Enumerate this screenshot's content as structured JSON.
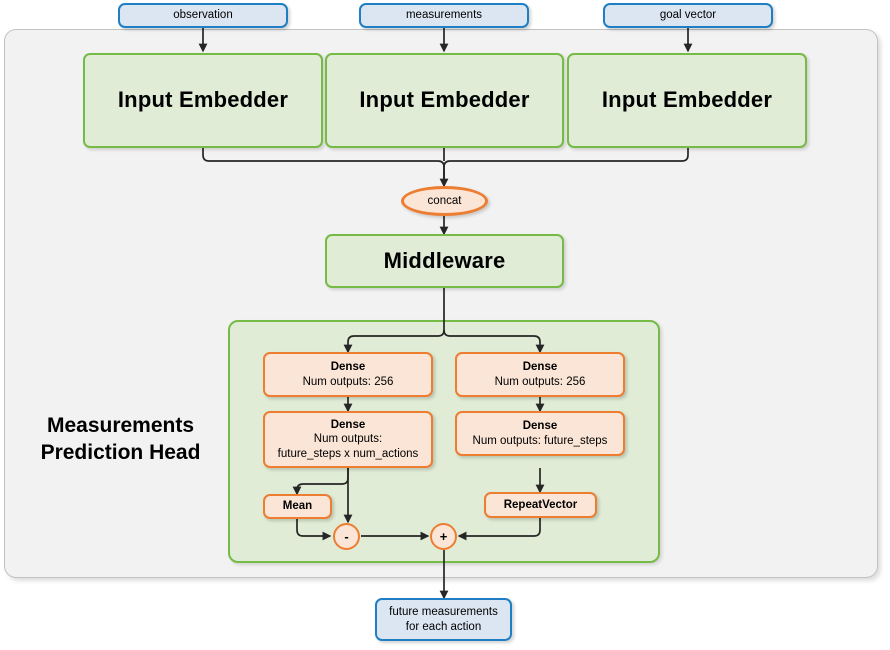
{
  "diagram": {
    "title": "Measurements Prediction Head network architecture",
    "colors": {
      "io_fill": "#dce6f2",
      "io_border": "#1f7fc4",
      "module_fill": "#e0ecd6",
      "module_border": "#76bb46",
      "layer_fill": "#fbe5d6",
      "layer_border": "#ed7d31",
      "frame_fill": "#f2f2f2",
      "frame_border": "#c2c2c2",
      "edge": "#262626"
    }
  },
  "inputs": [
    {
      "label": "observation"
    },
    {
      "label": "measurements"
    },
    {
      "label": "goal vector"
    }
  ],
  "embedders": [
    {
      "label": "Input Embedder"
    },
    {
      "label": "Input Embedder"
    },
    {
      "label": "Input Embedder"
    }
  ],
  "concat": {
    "label": "concat"
  },
  "middleware": {
    "label": "Middleware"
  },
  "head": {
    "label_line1": "Measurements",
    "label_line2": "Prediction Head",
    "left_branch": {
      "dense1": {
        "name": "Dense",
        "line1": "Num outputs: 256"
      },
      "dense2": {
        "name": "Dense",
        "line1": "Num outputs:",
        "line2": "future_steps x num_actions"
      },
      "mean": {
        "label": "Mean"
      }
    },
    "right_branch": {
      "dense1": {
        "name": "Dense",
        "line1": "Num outputs: 256"
      },
      "dense2": {
        "name": "Dense",
        "line1": "Num outputs: future_steps"
      },
      "repeat": {
        "label": "RepeatVector"
      }
    },
    "ops": {
      "subtract": "-",
      "add": "+"
    }
  },
  "output": {
    "line1": "future measurements",
    "line2": "for each action"
  }
}
